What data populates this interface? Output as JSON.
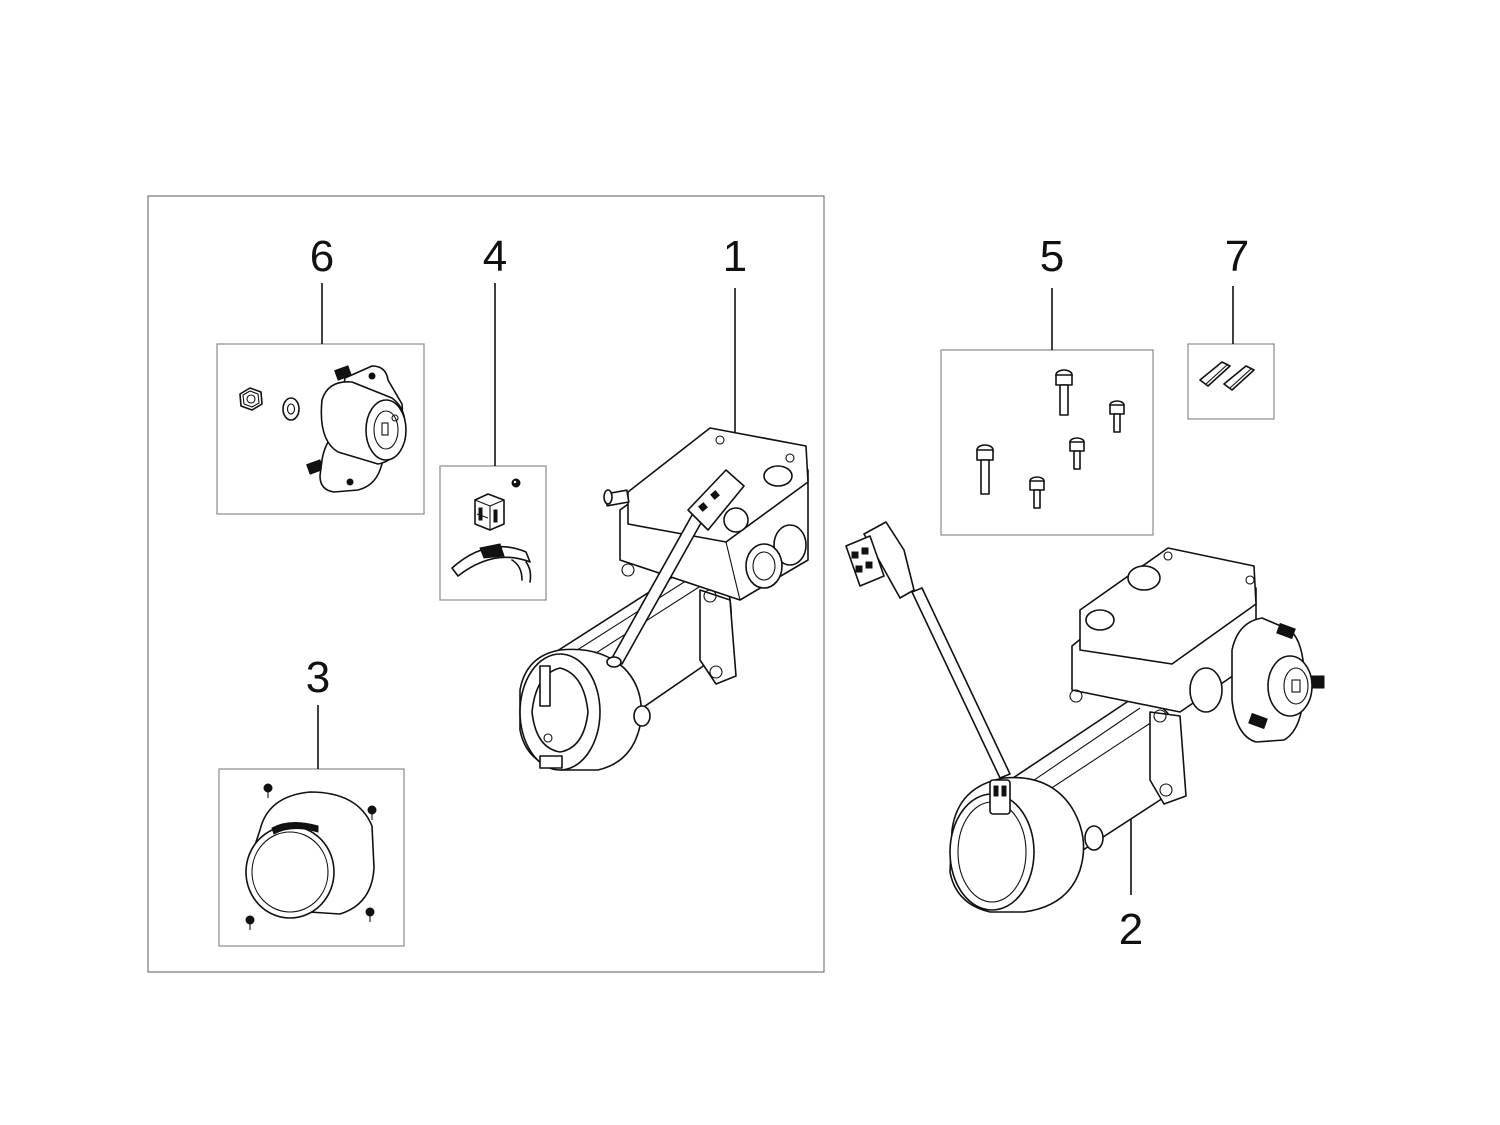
{
  "callouts": [
    {
      "id": "1",
      "label": "1"
    },
    {
      "id": "2",
      "label": "2"
    },
    {
      "id": "3",
      "label": "3"
    },
    {
      "id": "4",
      "label": "4"
    },
    {
      "id": "5",
      "label": "5"
    },
    {
      "id": "6",
      "label": "6"
    },
    {
      "id": "7",
      "label": "7"
    }
  ],
  "colors": {
    "line": "#111111",
    "frame": "#777777",
    "box": "#8a8a8a",
    "background": "#ffffff"
  }
}
